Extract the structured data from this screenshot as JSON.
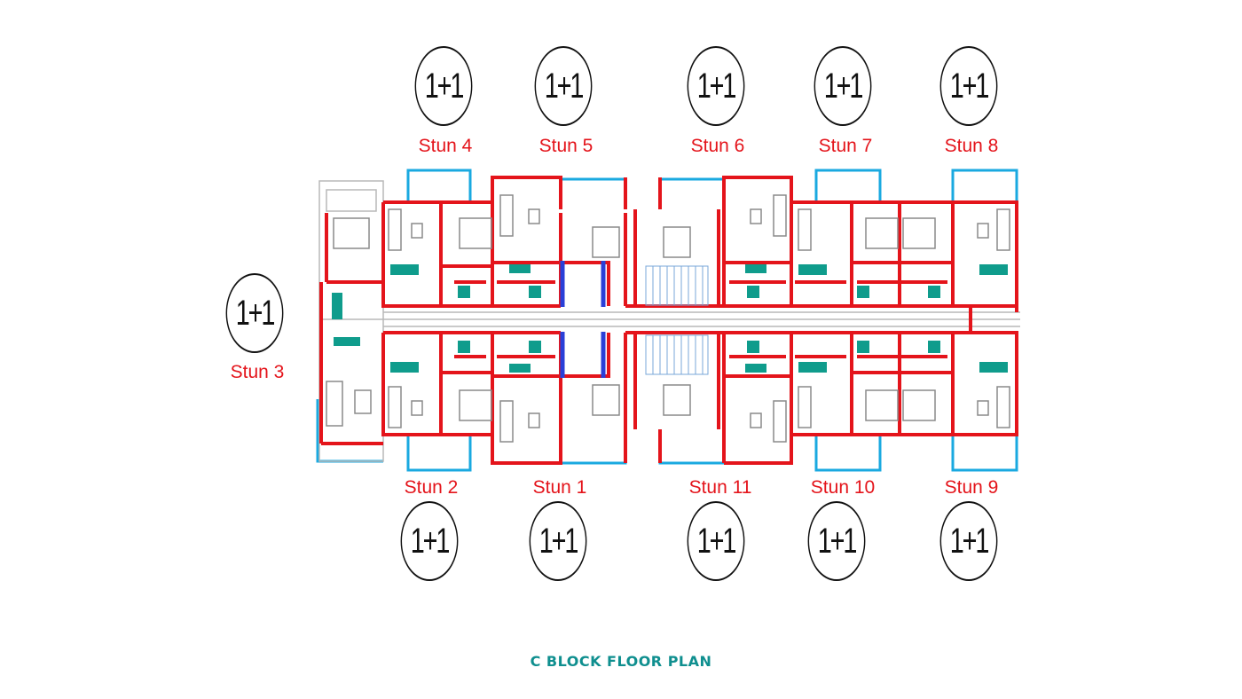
{
  "title": "C BLOCK FLOOR PLAN",
  "unit_type": "1+1",
  "units_top": [
    {
      "label": "Stun 4",
      "type": "1+1"
    },
    {
      "label": "Stun 5",
      "type": "1+1"
    },
    {
      "label": "Stun 6",
      "type": "1+1"
    },
    {
      "label": "Stun 7",
      "type": "1+1"
    },
    {
      "label": "Stun 8",
      "type": "1+1"
    }
  ],
  "units_bottom": [
    {
      "label": "Stun 2",
      "type": "1+1"
    },
    {
      "label": "Stun 1",
      "type": "1+1"
    },
    {
      "label": "Stun 11",
      "type": "1+1"
    },
    {
      "label": "Stun 10",
      "type": "1+1"
    },
    {
      "label": "Stun 9",
      "type": "1+1"
    }
  ],
  "unit_side": {
    "label": "Stun 3",
    "type": "1+1"
  },
  "colors": {
    "wall": "#e4141b",
    "balcony": "#1aa9e0",
    "furniture": "#8a8a8a",
    "bath": "#0f9c8c",
    "stair": "#2a6bd8",
    "title": "#0f8f8f",
    "label": "#e4141b"
  }
}
